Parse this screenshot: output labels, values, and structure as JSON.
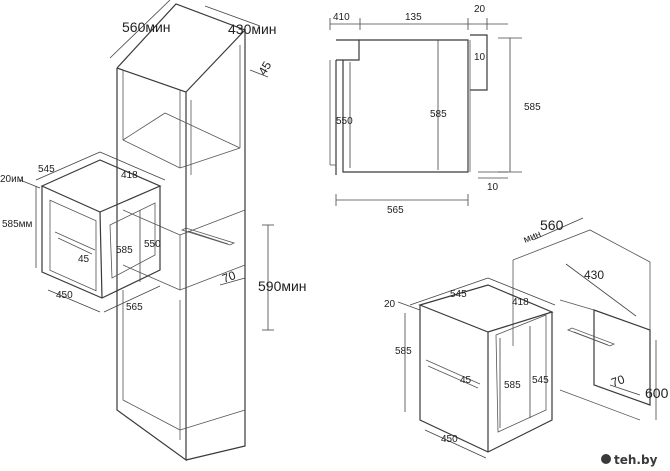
{
  "labels": {
    "cab_width": "560мин",
    "cab_depth": "430мин",
    "cab_45": "45",
    "cab_70": "70",
    "cab_niche_h": "590мин",
    "oven_20": "20им",
    "oven_545": "545",
    "oven_418": "418",
    "oven_585": "585мм",
    "oven_585b": "585",
    "oven_550": "550",
    "oven_45": "45",
    "oven_450": "450",
    "oven_565": "565",
    "side_410": "410",
    "side_135": "135",
    "side_20": "20",
    "side_10a": "10",
    "side_550": "550",
    "side_585": "585",
    "side_585r": "585",
    "side_10b": "10",
    "side_565": "565",
    "br_560": "560",
    "br_min": "мин",
    "br_430": "430",
    "br_70": "70",
    "br_600": "600",
    "br_20": "20",
    "br_545": "545",
    "br_418": "418",
    "br_585l": "585",
    "br_45": "45",
    "br_585": "585",
    "br_545r": "545",
    "br_450": "450"
  },
  "watermark": "teh.by"
}
